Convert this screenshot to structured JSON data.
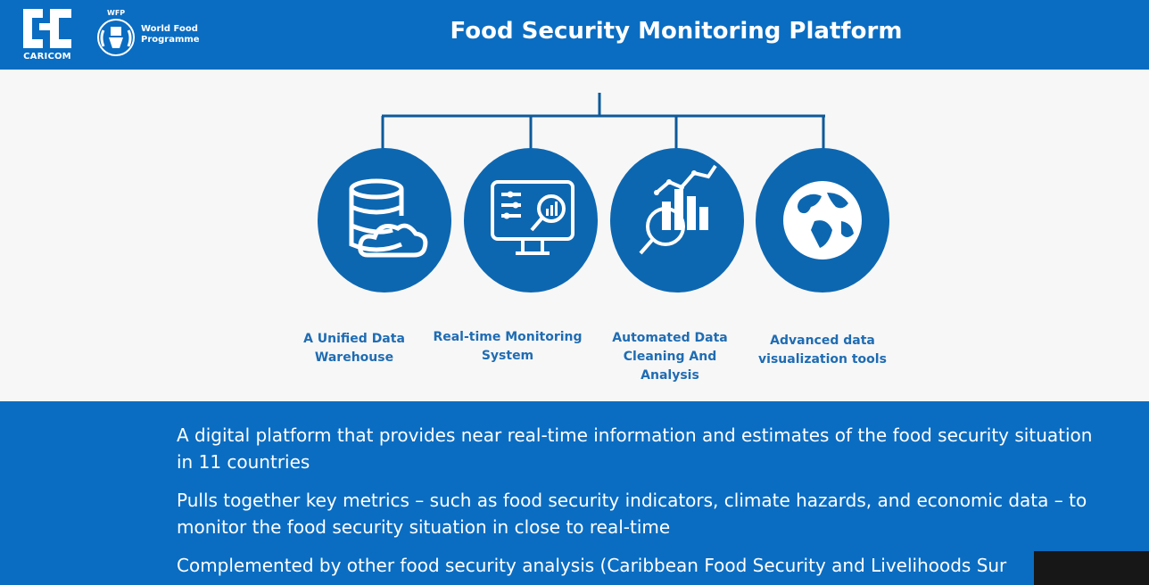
{
  "header": {
    "title": "Food Security Monitoring Platform",
    "logo_caricom_text": "CARICOM",
    "logo_wfp_top": "WFP",
    "logo_wfp_name": "World Food Programme"
  },
  "diagram": {
    "nodes": [
      {
        "label": "A Unified Data Warehouse",
        "icon": "database-cloud-icon"
      },
      {
        "label": "Real-time Monitoring System",
        "icon": "monitor-analytics-icon"
      },
      {
        "label": "Automated Data Cleaning And Analysis",
        "icon": "magnifier-chart-icon"
      },
      {
        "label": "Advanced data visualization tools",
        "icon": "globe-icon"
      }
    ]
  },
  "body": {
    "paragraphs": [
      "A digital platform that provides near real-time information and estimates of the food security situation in 11 countries",
      "Pulls together key metrics – such as food security indicators, climate hazards, and economic data – to monitor the food security situation in close to real-time",
      "Complemented by other food security analysis (Caribbean Food Security and Livelihoods Sur"
    ]
  },
  "colors": {
    "brand_blue": "#0a6dc2",
    "circle_blue": "#0d67b0",
    "label_blue": "#1f6cb3"
  }
}
